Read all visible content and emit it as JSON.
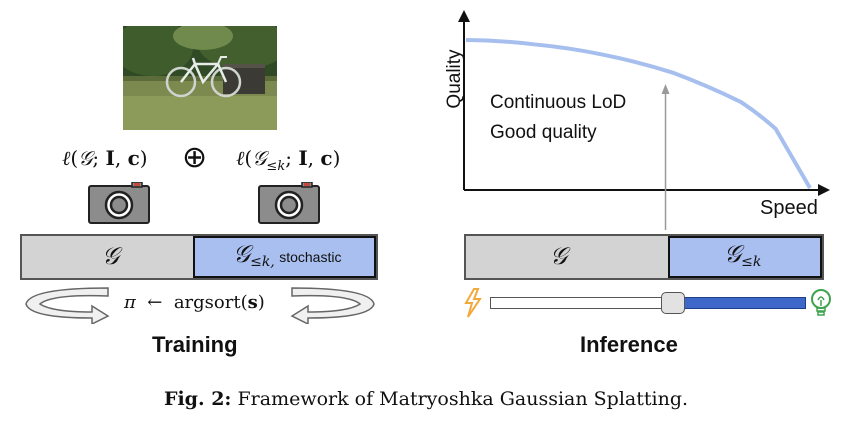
{
  "training": {
    "title": "Training",
    "loss_full": "ℓ(𝒢; I, c)",
    "oplus": "⊕",
    "loss_sub": "ℓ(𝒢≤k; I, c)",
    "bar_full": "𝒢",
    "bar_sub": "𝒢≤k,",
    "bar_sub_note": "stochastic",
    "sort_text": "π ← argsort(s)"
  },
  "inference": {
    "title": "Inference",
    "y_label": "Quality",
    "x_label": "Speed",
    "note_line1": "Continuous LoD",
    "note_line2": "Good quality",
    "bar_full": "𝒢",
    "bar_sub": "𝒢≤k"
  },
  "caption": {
    "label": "Fig. 2:",
    "text": "Framework of Matryoshka Gaussian Splatting."
  },
  "colors": {
    "gray_bar": "#d3d3d3",
    "blue_bar": "#a9bff0",
    "curve": "#a6bfee",
    "slider_fill": "#3d68c9",
    "bolt": "#f2a93b",
    "bulb": "#3fa34d"
  },
  "icons": [
    "camera-icon",
    "camera-icon",
    "rotate-left-arrow-icon",
    "rotate-right-arrow-icon",
    "lightning-icon",
    "lightbulb-icon"
  ],
  "chart_data": {
    "type": "line",
    "title": "",
    "xlabel": "Speed",
    "ylabel": "Quality",
    "x": [
      0,
      0.2,
      0.4,
      0.6,
      0.8,
      0.9,
      1.0
    ],
    "series": [
      {
        "values": [
          1.0,
          0.97,
          0.9,
          0.78,
          0.58,
          0.4,
          0.0
        ]
      }
    ],
    "marker_x": 0.58
  },
  "slider": {
    "value": 0.58
  }
}
